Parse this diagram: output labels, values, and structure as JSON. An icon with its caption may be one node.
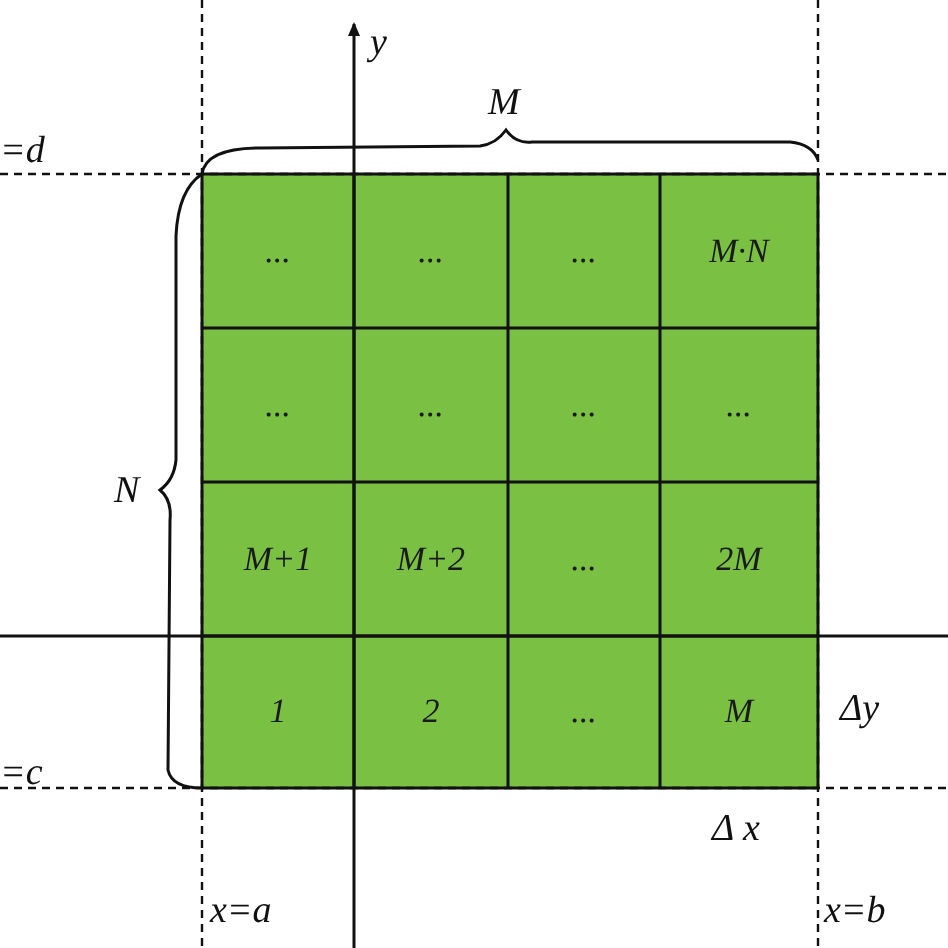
{
  "diagram": {
    "nodes": [
      {
        "text": [
          "..."
        ]
      },
      {
        "text": [
          "..."
        ]
      },
      {
        "text": [
          "..."
        ]
      },
      {
        "text": [
          "M·N"
        ]
      },
      {
        "text": [
          "..."
        ]
      },
      {
        "text": [
          "..."
        ]
      },
      {
        "text": [
          "..."
        ]
      },
      {
        "text": [
          "..."
        ]
      },
      {
        "text": [
          "M+1"
        ]
      },
      {
        "text": [
          "M+2"
        ]
      },
      {
        "text": [
          "..."
        ]
      },
      {
        "text": [
          "2M"
        ]
      },
      {
        "text": [
          "1"
        ]
      },
      {
        "text": [
          "2"
        ]
      },
      {
        "text": [
          "..."
        ]
      },
      {
        "text": [
          "M"
        ]
      }
    ],
    "labels": [
      "y",
      "M",
      "=d",
      "N",
      "Δy",
      "=c",
      "Δ x",
      "x=a",
      "x=b"
    ]
  }
}
